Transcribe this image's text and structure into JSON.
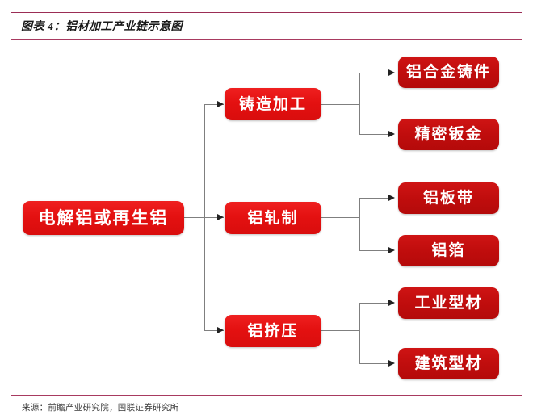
{
  "header": {
    "title": "图表 4：铝材加工产业链示意图",
    "rule_color": "#9b2d55"
  },
  "footer": {
    "source": "来源：前瞻产业研究院，国联证券研究所"
  },
  "colors": {
    "node_bright": "#E41111",
    "node_dark": "#C00D0D",
    "connector": "#7F7F7F",
    "arrow": "#222222",
    "node_text": "#FFFFFF"
  },
  "diagram": {
    "type": "flow-tree",
    "root": {
      "id": "root",
      "label": "电解铝或再生铝"
    },
    "level1": [
      {
        "id": "casting",
        "label": "铸造加工"
      },
      {
        "id": "rolling",
        "label": "铝轧制"
      },
      {
        "id": "extrusion",
        "label": "铝挤压"
      }
    ],
    "level2": [
      {
        "id": "alloy-casting",
        "parent": "casting",
        "label": "铝合金铸件"
      },
      {
        "id": "precision-sheet-metal",
        "parent": "casting",
        "label": "精密钣金"
      },
      {
        "id": "aluminum-sheet-strip",
        "parent": "rolling",
        "label": "铝板带"
      },
      {
        "id": "aluminum-foil",
        "parent": "rolling",
        "label": "铝箔"
      },
      {
        "id": "industrial-profile",
        "parent": "extrusion",
        "label": "工业型材"
      },
      {
        "id": "construction-profile",
        "parent": "extrusion",
        "label": "建筑型材"
      }
    ]
  }
}
